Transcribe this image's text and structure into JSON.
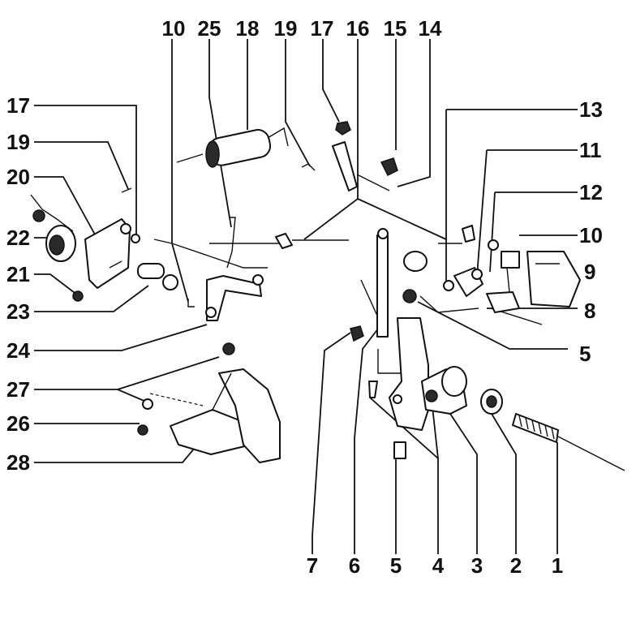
{
  "callouts": {
    "c10_top": "10",
    "c25": "25",
    "c18": "18",
    "c19_top": "19",
    "c17_top": "17",
    "c16": "16",
    "c15": "15",
    "c14": "14",
    "c17_left": "17",
    "c19_left": "19",
    "c20": "20",
    "c22": "22",
    "c21": "21",
    "c23": "23",
    "c24": "24",
    "c27": "27",
    "c26": "26",
    "c28": "28",
    "c13": "13",
    "c11": "11",
    "c12": "12",
    "c10_right": "10",
    "c9": "9",
    "c8": "8",
    "c5_right": "5",
    "c7": "7",
    "c6": "6",
    "c5_bottom": "5",
    "c4": "4",
    "c3": "3",
    "c2": "2",
    "c1": "1"
  }
}
